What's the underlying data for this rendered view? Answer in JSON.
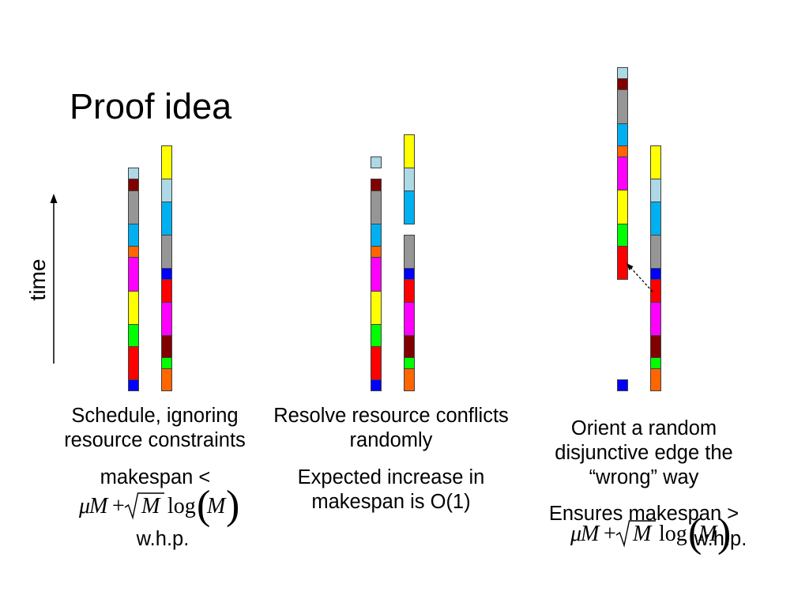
{
  "slide": {
    "title": "Proof idea",
    "axis_label": "time"
  },
  "diagram": {
    "columns": [
      {
        "fills": [
          "#ADD8E6",
          "#800000",
          "#969696",
          "#00B0F0",
          "#FF6600",
          "#FF00FF",
          "#FFFF00",
          "#00FF00",
          "#FF0000",
          "#0000FF"
        ]
      },
      {
        "fills": [
          "#FFFF00",
          "#ADD8E6",
          "#00B0F0",
          "#969696",
          "#0000FF",
          "#FF0000",
          "#FF00FF",
          "#800000",
          "#00FF00",
          "#FF6600"
        ]
      },
      {
        "fills": [
          "#ADD8E6",
          "#800000",
          "#969696",
          "#00B0F0",
          "#FF6600",
          "#FF00FF",
          "#FFFF00",
          "#00FF00",
          "#FF0000",
          "#0000FF"
        ]
      },
      {
        "fills": [
          "#FFFF00",
          "#ADD8E6",
          "#00B0F0",
          "#969696",
          "#0000FF",
          "#FF0000",
          "#FF00FF",
          "#800000",
          "#00FF00",
          "#FF6600"
        ]
      },
      {
        "fills": [
          "#ADD8E6",
          "#800000",
          "#969696",
          "#00B0F0",
          "#FF6600",
          "#FF00FF",
          "#FFFF00",
          "#00FF00",
          "#FF0000",
          "#0000FF"
        ]
      },
      {
        "fills": [
          "#FFFF00",
          "#ADD8E6",
          "#00B0F0",
          "#969696",
          "#0000FF",
          "#FF0000",
          "#FF00FF",
          "#800000",
          "#00FF00",
          "#FF6600"
        ]
      }
    ]
  },
  "captions": {
    "schedule": {
      "lines": [
        "Schedule, ignoring",
        "resource constraints"
      ],
      "bound_label": "makespan <",
      "whp": "w.h.p."
    },
    "resolve": {
      "lines": [
        "Resolve resource conflicts",
        "randomly"
      ],
      "note_lines": [
        "Expected increase in",
        "makespan is O(1)"
      ]
    },
    "orient": {
      "lines": [
        "Orient a random",
        "disjunctive edge the",
        "“wrong” way"
      ],
      "bound_label": "Ensures makespan >",
      "whp": "w.h.p."
    }
  },
  "formula": {
    "coefficient": "μ",
    "variable": "M",
    "operator": "+",
    "radicand": "M",
    "function": "log",
    "left_paren": "(",
    "argument": "M",
    "right_paren": ")"
  }
}
